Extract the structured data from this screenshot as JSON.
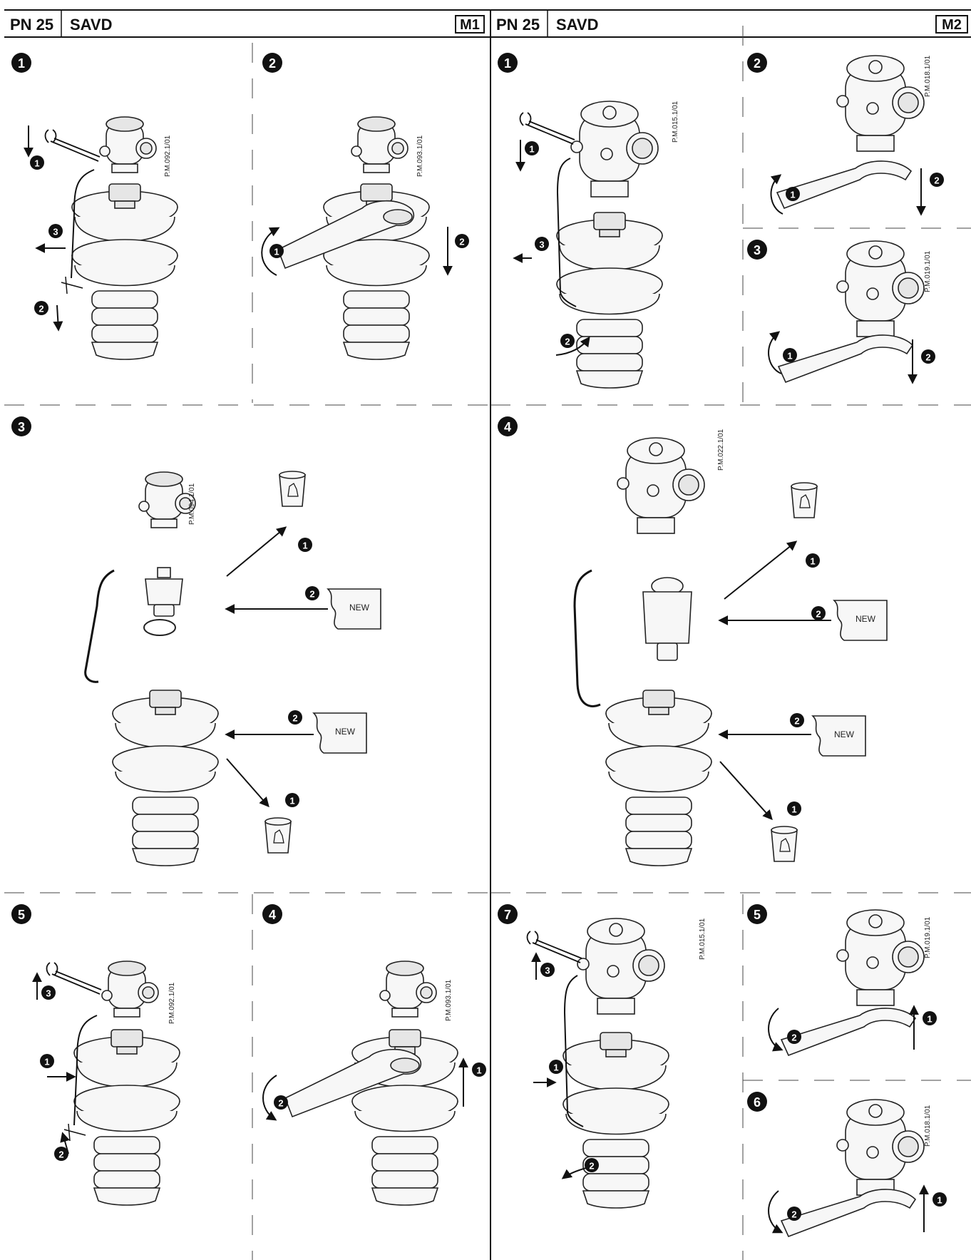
{
  "header": {
    "left": {
      "pn": "PN 25",
      "model": "SAVD",
      "tag": "M1"
    },
    "right": {
      "pn": "PN 25",
      "model": "SAVD",
      "tag": "M2"
    }
  },
  "steps": [
    {
      "id": "m1-s1",
      "number": "1"
    },
    {
      "id": "m1-s2",
      "number": "2"
    },
    {
      "id": "m2-s1",
      "number": "1"
    },
    {
      "id": "m2-s2",
      "number": "2"
    },
    {
      "id": "m2-s3",
      "number": "3"
    },
    {
      "id": "m1-s3",
      "number": "3"
    },
    {
      "id": "m2-s4",
      "number": "4"
    },
    {
      "id": "m1-s5",
      "number": "5"
    },
    {
      "id": "m1-s4",
      "number": "4"
    },
    {
      "id": "m2-s7",
      "number": "7"
    },
    {
      "id": "m2-s5",
      "number": "5"
    },
    {
      "id": "m2-s6",
      "number": "6"
    }
  ],
  "figure_codes": {
    "m1_s1": "P.M.092.1/01",
    "m1_s2": "P.M.093.1/01",
    "m2_s1": "P.M.015.1/01",
    "m2_s2": "P.M.018.1/01",
    "m2_s3": "P.M.019.1/01",
    "m1_s3": "P.M.094.1/01",
    "m2_s4": "P.M.022.1/01",
    "m1_s5": "P.M.092.1/01",
    "m1_s4": "P.M.093.1/01",
    "m2_s7": "P.M.015.1/01",
    "m2_s5": "P.M.019.1/01",
    "m2_s6": "P.M.018.1/01"
  },
  "new_label": "NEW",
  "markers": {
    "m1_s1": [
      "1",
      "3",
      "2"
    ],
    "m1_s2": [
      "1",
      "2"
    ],
    "m2_s1": [
      "1",
      "3",
      "2"
    ],
    "m2_s2": [
      "1",
      "2"
    ],
    "m2_s3": [
      "1",
      "2"
    ],
    "m1_s3": [
      "1",
      "2",
      "2",
      "1"
    ],
    "m2_s4": [
      "1",
      "2",
      "2",
      "1"
    ],
    "m1_s5": [
      "3",
      "1",
      "2"
    ],
    "m1_s4": [
      "2",
      "1"
    ],
    "m2_s7": [
      "3",
      "1",
      "2"
    ],
    "m2_s5": [
      "2",
      "1"
    ],
    "m2_s6": [
      "2",
      "1"
    ]
  },
  "icons": [
    "wrench-icon",
    "arrow-icon",
    "rotate-arrow-icon",
    "trash-bin-icon",
    "new-part-label-icon",
    "circlip-icon",
    "impulse-tube-icon",
    "valve-actuator-icon"
  ]
}
